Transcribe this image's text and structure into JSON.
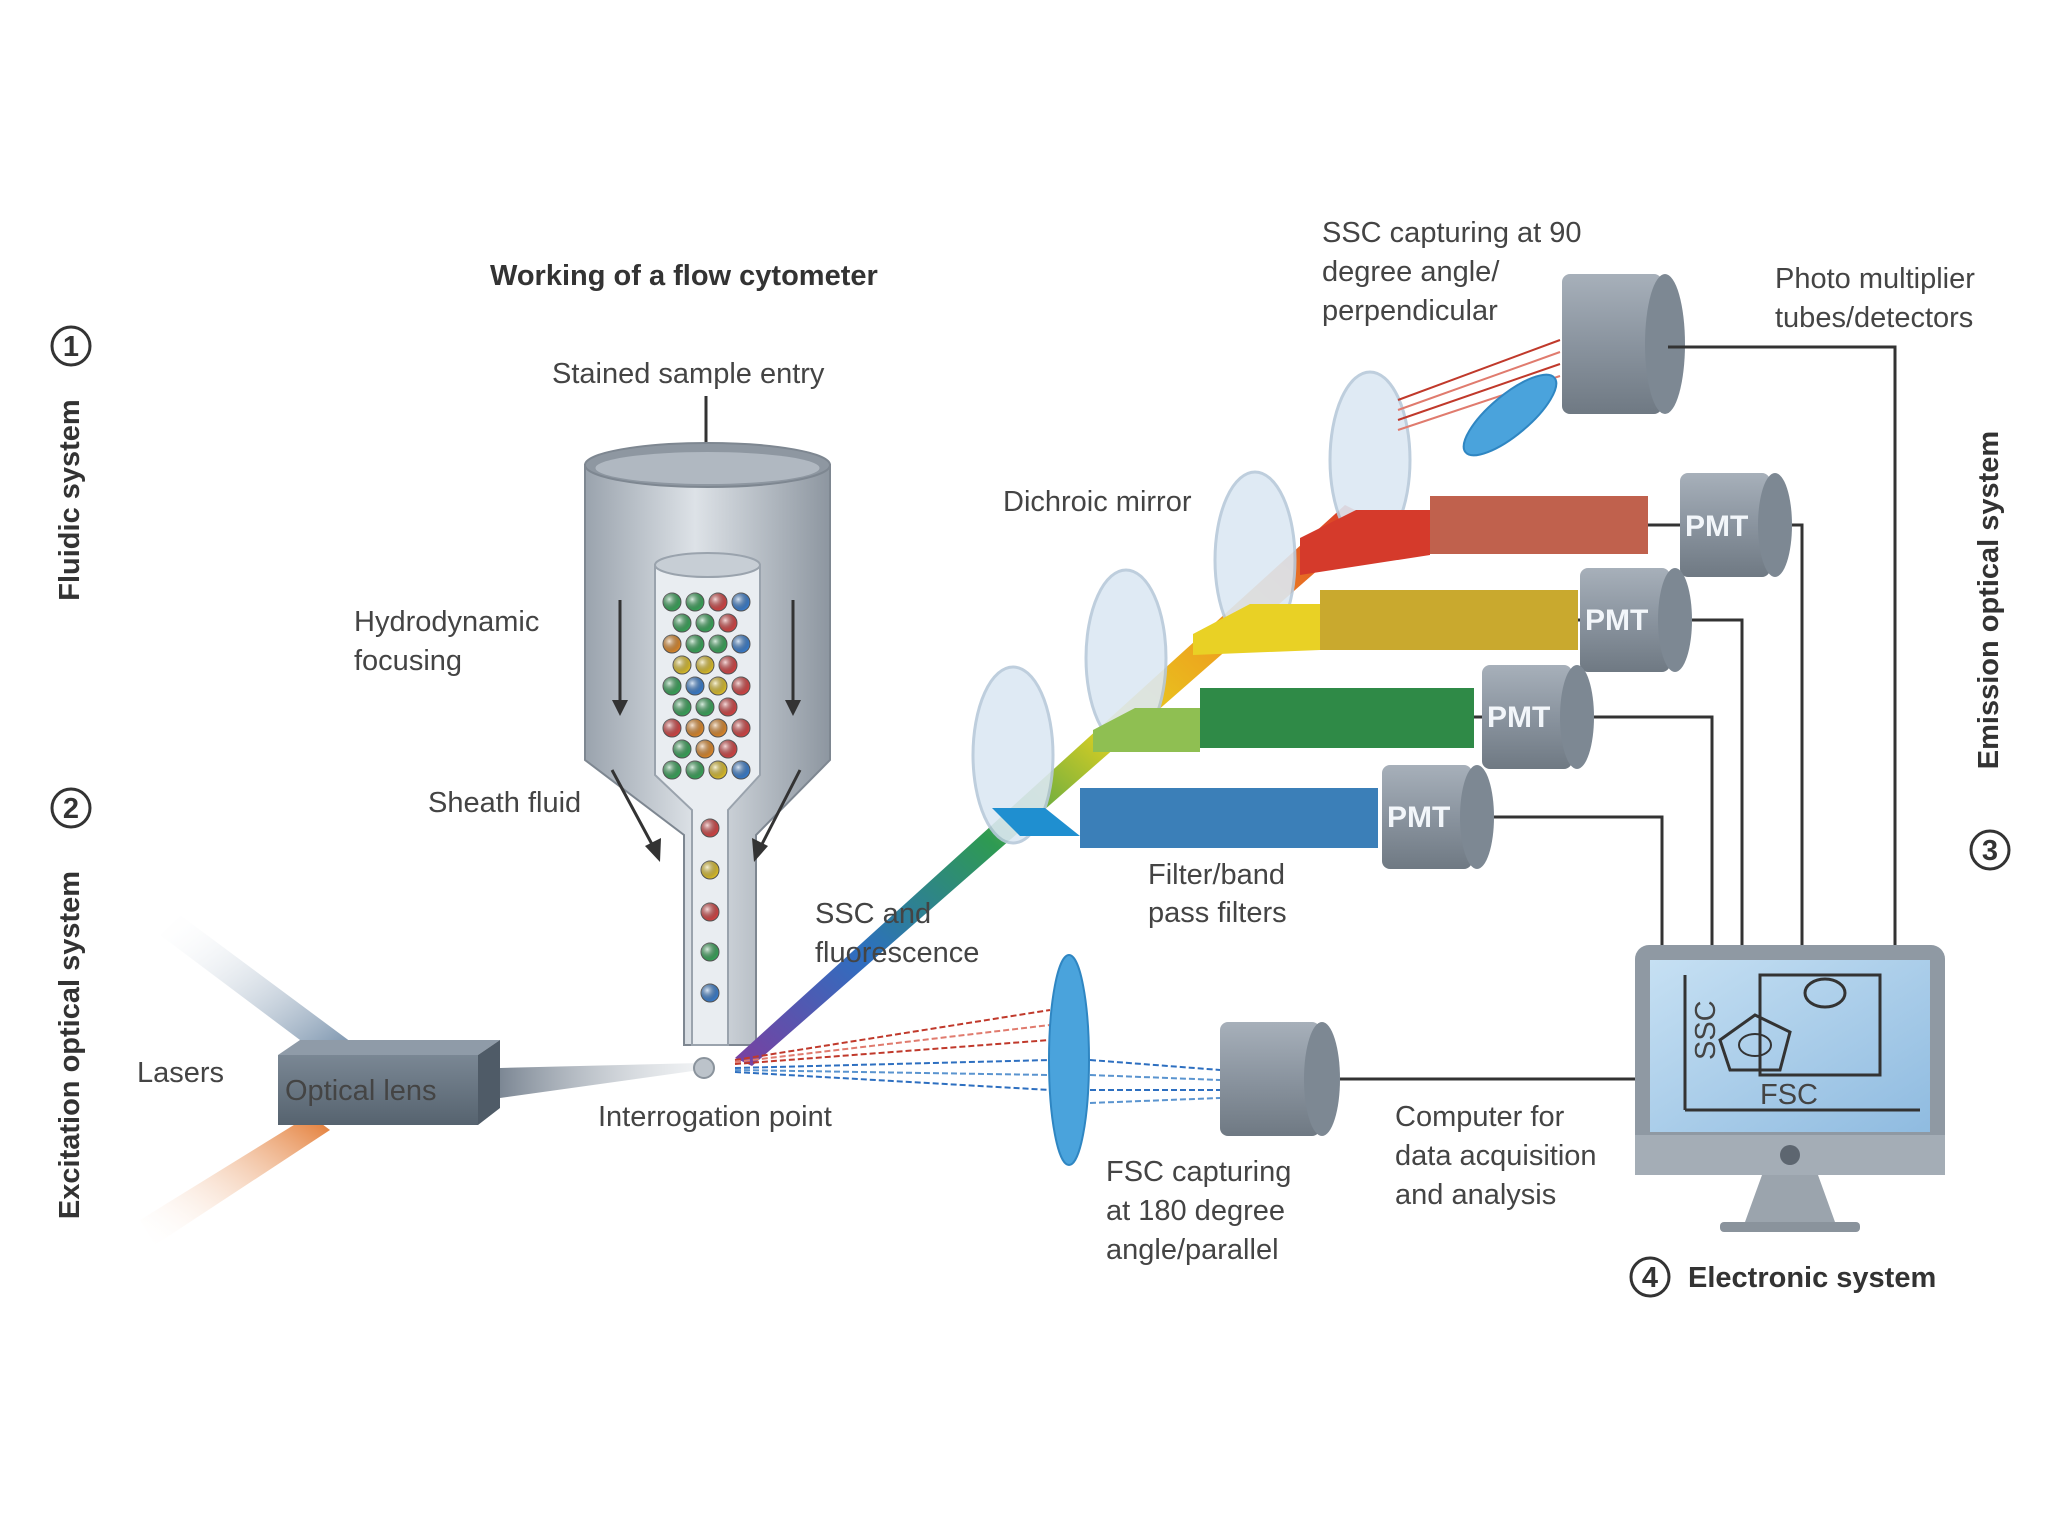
{
  "title": "Working of a flow cytometer",
  "systems": {
    "fluidic": {
      "number": "1",
      "label": "Fluidic system"
    },
    "excitation": {
      "number": "2",
      "label": "Excitation optical system"
    },
    "emission": {
      "number": "3",
      "label": "Emission optical system"
    },
    "electronic": {
      "number": "4",
      "label": "Electronic system"
    }
  },
  "labels": {
    "stained_sample_entry": "Stained sample entry",
    "hydrodynamic_1": "Hydrodynamic",
    "hydrodynamic_2": "focusing",
    "sheath_fluid": "Sheath fluid",
    "lasers": "Lasers",
    "optical_lens": "Optical lens",
    "interrogation_point": "Interrogation point",
    "ssc_fluor_1": "SSC and",
    "ssc_fluor_2": "fluorescence",
    "dichroic_mirror": "Dichroic mirror",
    "filter_1": "Filter/band",
    "filter_2": "pass filters",
    "ssc_capture_1": "SSC capturing at 90",
    "ssc_capture_2": "degree angle/",
    "ssc_capture_3": "perpendicular",
    "pmt_detectors_1": "Photo multiplier",
    "pmt_detectors_2": "tubes/detectors",
    "fsc_capture_1": "FSC capturing",
    "fsc_capture_2": "at 180 degree",
    "fsc_capture_3": "angle/parallel",
    "computer_1": "Computer for",
    "computer_2": "data acquisition",
    "computer_3": "and analysis",
    "pmt": "PMT",
    "plot_y": "SSC",
    "plot_x": "FSC"
  },
  "colors": {
    "tube": "#b9c0c8",
    "pmt_body": "#8e98a3",
    "mirror": "#cfe0ef",
    "lens_blue": "#4aa3dc",
    "red_band": "#c0392b",
    "yellow_band": "#c9b12a",
    "green_band": "#2f8a47",
    "blue_band": "#3b7fb8",
    "screen": "#a9cbe8"
  }
}
